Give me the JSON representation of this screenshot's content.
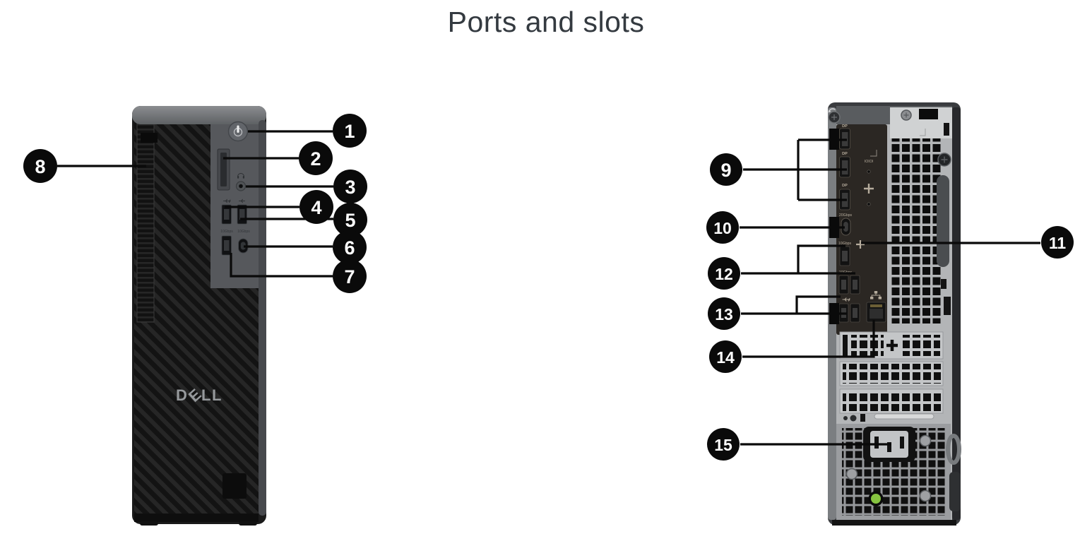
{
  "title": "Ports and slots",
  "colors": {
    "callout_bg": "#0a0a0a",
    "callout_text": "#ffffff",
    "title_text": "#343a40",
    "psu_led": "#86c440",
    "chassis_dark": "#161616",
    "chassis_silver": "#b3b5b7"
  },
  "front": {
    "brand_letters": [
      "D",
      "E",
      "L",
      "L"
    ],
    "labels": {
      "usb_a_speed": "10Gbps",
      "usb_c_speed": "10Gbps"
    },
    "callouts": [
      {
        "n": "1",
        "target": "power-button"
      },
      {
        "n": "2",
        "target": "sd-card-slot"
      },
      {
        "n": "3",
        "target": "headset-jack"
      },
      {
        "n": "4",
        "target": "usb-a-port"
      },
      {
        "n": "5",
        "target": "usb-a-port"
      },
      {
        "n": "6",
        "target": "usb-c-port"
      },
      {
        "n": "7",
        "target": "usb-a-port"
      },
      {
        "n": "8",
        "target": "optical-drive-bay"
      }
    ]
  },
  "rear": {
    "labels": {
      "dp": "DP",
      "usb_c_speed": "20Gbps",
      "usb_single_speed": "10Gbps",
      "usb_pair_speed": "10Gbps",
      "serial": "IOIOI"
    },
    "callouts": [
      {
        "n": "9",
        "target": "displayport-ports"
      },
      {
        "n": "10",
        "target": "usb-c-port"
      },
      {
        "n": "11",
        "target": "optional-port-knockout"
      },
      {
        "n": "12",
        "target": "usb-10gbps-ports"
      },
      {
        "n": "13",
        "target": "usb-ports"
      },
      {
        "n": "14",
        "target": "ethernet-port"
      },
      {
        "n": "15",
        "target": "power-connector"
      }
    ]
  }
}
